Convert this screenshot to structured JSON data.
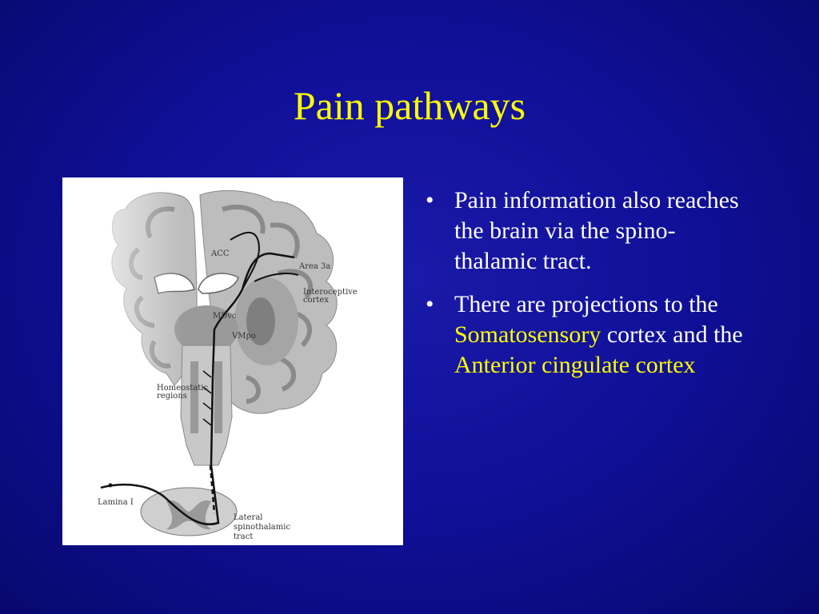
{
  "slide": {
    "title": "Pain pathways"
  },
  "figure": {
    "labels": {
      "acc": "ACC",
      "area3a": "Area 3a",
      "interoceptive1": "Interoceptive",
      "interoceptive2": "cortex",
      "mdvc": "MDvc",
      "vmpo": "VMpo",
      "homeostatic1": "Homeostatic",
      "homeostatic2": "regions",
      "lamina": "Lamina I",
      "lateral1": "Lateral",
      "lateral2": "spinothalamic",
      "lateral3": "tract"
    }
  },
  "bullets": [
    {
      "text": "Pain information also reaches the brain via the spino-thalamic tract."
    },
    {
      "parts": [
        "There are projections to the ",
        "Somatosensory",
        " cortex and the ",
        "Anterior cingulate cortex"
      ]
    }
  ],
  "colors": {
    "background": "#10109a",
    "title": "#ffff00",
    "text": "#ffffff",
    "highlight": "#ffff00"
  }
}
